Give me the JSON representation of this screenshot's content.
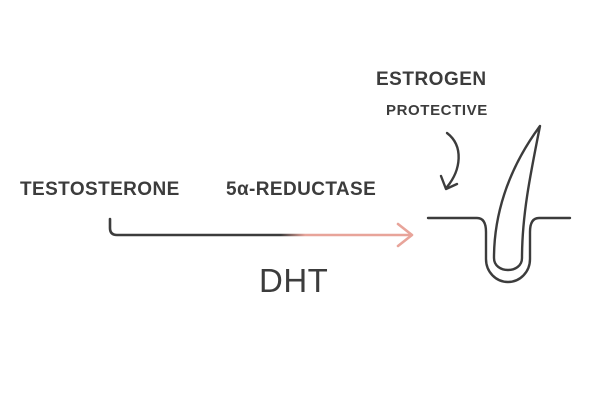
{
  "hormones": {
    "estrogen": "ESTROGEN",
    "estrogen_role": "PROTECTIVE",
    "testosterone": "TESTOSTERONE",
    "dht": "DHT"
  },
  "enzyme": {
    "name": "5α-REDUCTASE"
  },
  "colors": {
    "line": "#3c3c3c",
    "conversion_arrow": "#e8a49a",
    "background": "#ffffff"
  },
  "icons": {
    "hair_follicle": "hair-follicle-icon",
    "conversion_arrow": "conversion-arrow",
    "estrogen_arrow": "curved-arrow-icon"
  }
}
